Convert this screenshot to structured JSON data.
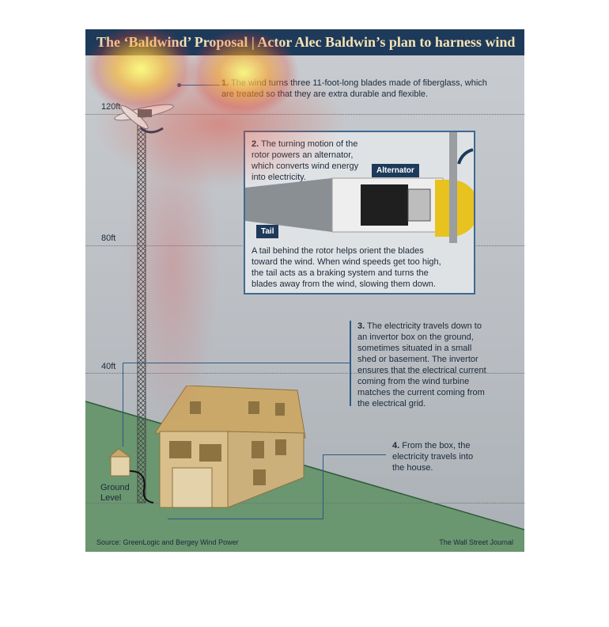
{
  "title": "The ‘Baldwind’ Proposal | Actor Alec Baldwin’s plan to harness wind",
  "heights": [
    "120ft",
    "80ft",
    "40ft"
  ],
  "ground_label": "Ground Level",
  "steps": [
    {
      "num": "1.",
      "text": "The wind turns three 11-foot-long blades made of fiberglass, which are treated so that they are extra durable and flexible."
    },
    {
      "num": "2.",
      "text": "The turning motion of the rotor powers an alternator, which converts wind energy into electricity."
    },
    {
      "num": "3.",
      "text": "The electricity travels down to an invertor box on the ground, sometimes situated in a small shed or basement. The invertor ensures that the electrical current coming from the wind turbine matches the current coming from the electrical grid."
    },
    {
      "num": "4.",
      "text": "From the box, the electricity travels into the house."
    }
  ],
  "tail_note": "A tail behind the rotor helps orient the blades toward the wind. When wind speeds get too high, the tail acts as a braking system and turns the blades away from the wind, slowing them down.",
  "labels": {
    "alternator": "Alternator",
    "tail": "Tail"
  },
  "source": "Source: GreenLogic and Bergey Wind Power",
  "credit": "The Wall Street Journal",
  "colors": {
    "title_bar": "#1e3a5a",
    "title_text": "#f6e3b4",
    "ground": "#6a9670",
    "leader": "#2b5a84",
    "house": "#d9bf8c",
    "roof": "#c9a86a",
    "hub": "#e8c21e"
  }
}
